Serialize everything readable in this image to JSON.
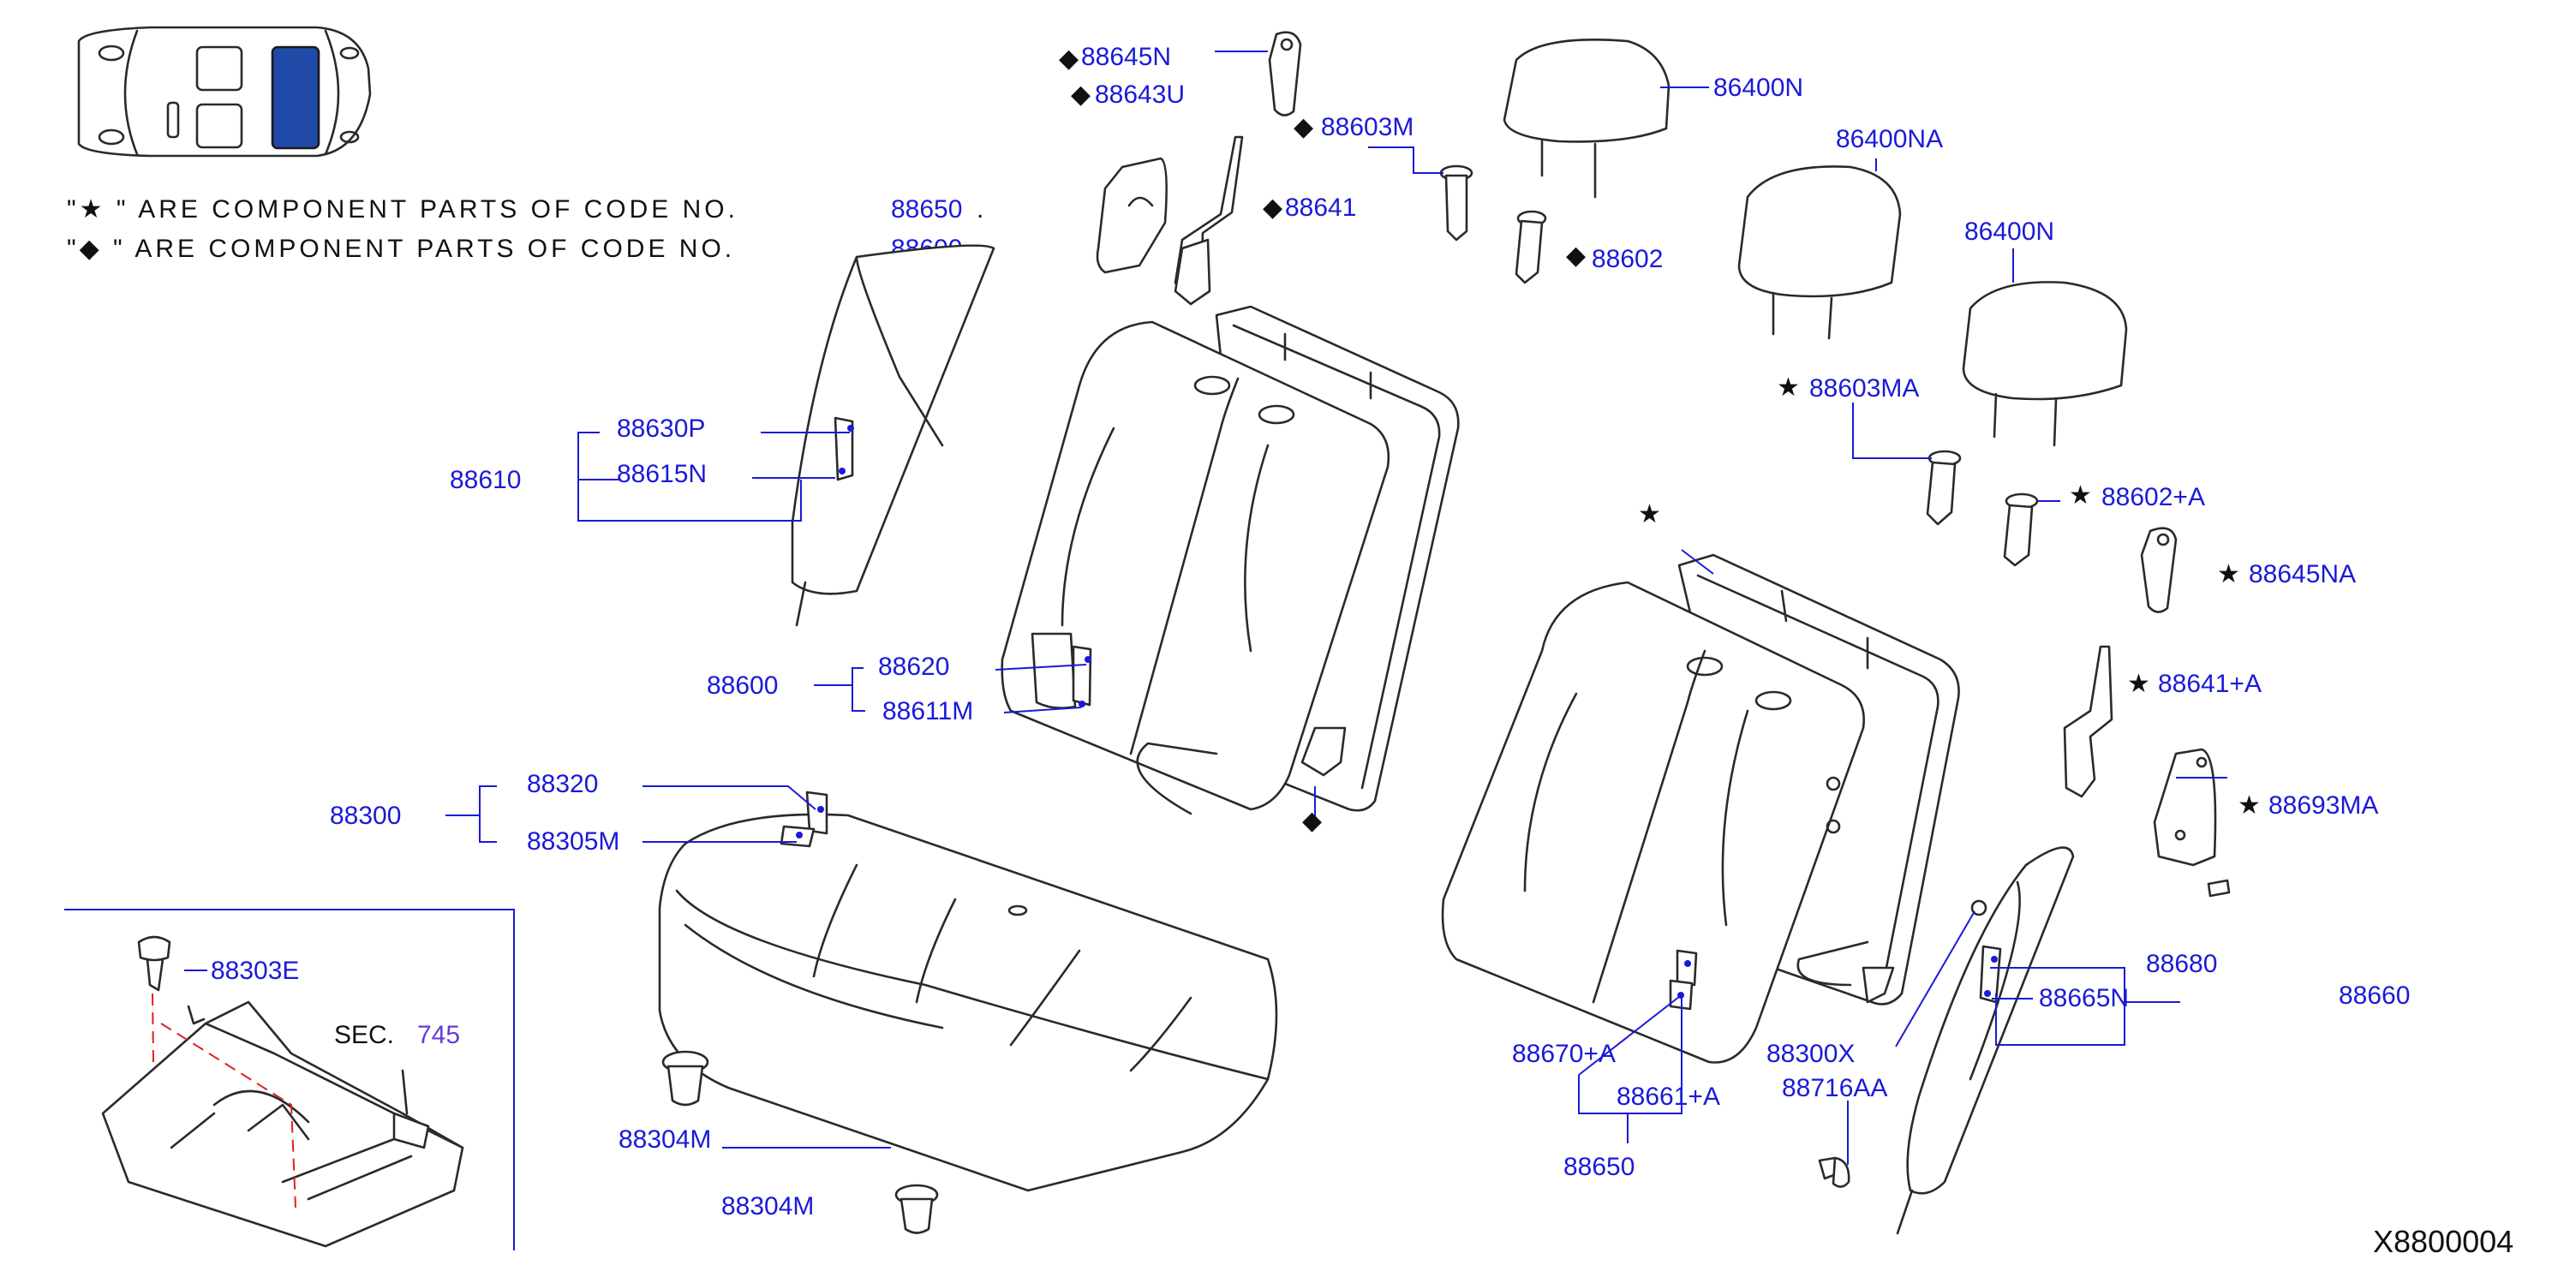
{
  "notes": {
    "star_note_prefix": "\"★     \" ARE COMPONENT PARTS OF CODE NO.",
    "star_note_code": "88650",
    "star_note_suffix": ".",
    "diamond_note_prefix": "\"◆     \" ARE COMPONENT PARTS OF CODE NO.",
    "diamond_note_code": "88600"
  },
  "symbols": {
    "star": "★",
    "diamond": "◆"
  },
  "labels": {
    "p88645N": "88645N",
    "p88643U": "88643U",
    "p88603M": "88603M",
    "p88641": "88641",
    "p88602": "88602",
    "p86400N_top": "86400N",
    "p86400NA": "86400NA",
    "p86400N_right": "86400N",
    "p88603MA": "88603MA",
    "p88602A": "88602+A",
    "p88645NA": "88645NA",
    "p88641A": "88641+A",
    "p88693MA": "88693MA",
    "p88630P": "88630P",
    "p88615N": "88615N",
    "p88610": "88610",
    "p88620": "88620",
    "p88600": "88600",
    "p88611M": "88611M",
    "p88320": "88320",
    "p88300": "88300",
    "p88305M": "88305M",
    "p88303E": "88303E",
    "sec_text": "SEC.",
    "sec_num": "745",
    "p88304M_a": "88304M",
    "p88304M_b": "88304M",
    "p88680": "88680",
    "p88665N": "88665N",
    "p88660": "88660",
    "p88670A": "88670+A",
    "p88661A": "88661+A",
    "p88650": "88650",
    "p88300X": "88300X",
    "p88716AA": "88716AA"
  },
  "diagram_code": "X8800004",
  "colors": {
    "label_blue": "#1a1ad8",
    "highlight_seat": "#1f4aa8",
    "dashed_red": "#e02020"
  }
}
